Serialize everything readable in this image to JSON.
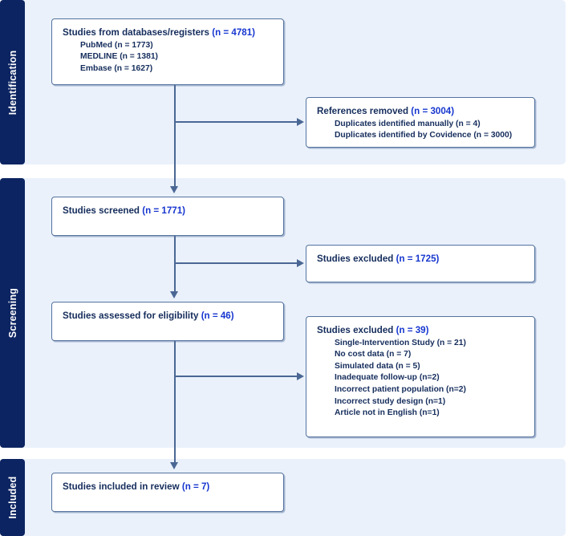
{
  "diagram": {
    "type": "prisma-flow-diagram",
    "accent_count_color": "#1636cf",
    "text_color": "#152d5c",
    "band_color": "#eaf1fb",
    "tab_color": "#0c2461",
    "connector_color": "#4a6794"
  },
  "stages": [
    {
      "label": "Identification"
    },
    {
      "label": "Screening"
    },
    {
      "label": "Included"
    }
  ],
  "nodes": {
    "databases": {
      "title_text": "Studies from databases/registers ",
      "title_count": "(n = 4781)",
      "items": [
        "PubMed (n = 1773)",
        "MEDLINE (n = 1381)",
        "Embase (n = 1627)"
      ]
    },
    "removed": {
      "title_text": "References removed ",
      "title_count": "(n = 3004)",
      "items": [
        "Duplicates identified manually (n = 4)",
        "Duplicates identified by Covidence (n = 3000)"
      ]
    },
    "screened": {
      "title_text": "Studies screened ",
      "title_count": "(n = 1771)"
    },
    "excluded_screening": {
      "title_text": "Studies excluded ",
      "title_count": "(n = 1725)"
    },
    "assessed": {
      "title_text": "Studies assessed for eligibility ",
      "title_count": "(n = 46)"
    },
    "excluded_eligibility": {
      "title_text": "Studies excluded ",
      "title_count": "(n = 39)",
      "items": [
        "Single-Intervention Study (n = 21)",
        "No cost data (n = 7)",
        "Simulated data (n = 5)",
        "Inadequate follow-up (n=2)",
        "Incorrect patient population (n=2)",
        "Incorrect study design (n=1)",
        "Article not in English (n=1)"
      ]
    },
    "included": {
      "title_text": "Studies included in review ",
      "title_count": "(n = 7)"
    }
  }
}
